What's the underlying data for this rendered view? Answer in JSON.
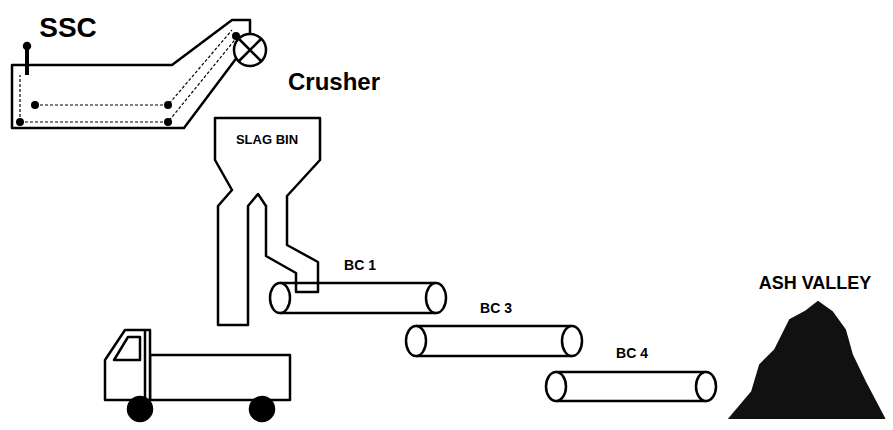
{
  "diagram": {
    "nodes": [
      {
        "text": [
          "SSC"
        ]
      },
      {
        "text": [
          "Crusher"
        ]
      },
      {
        "text": [
          "SLAG BIN"
        ]
      },
      {
        "text": [
          "BC 1"
        ]
      },
      {
        "text": [
          "BC 3"
        ]
      },
      {
        "text": [
          "BC 4"
        ]
      },
      {
        "text": [
          "ASH VALLEY"
        ]
      }
    ]
  }
}
